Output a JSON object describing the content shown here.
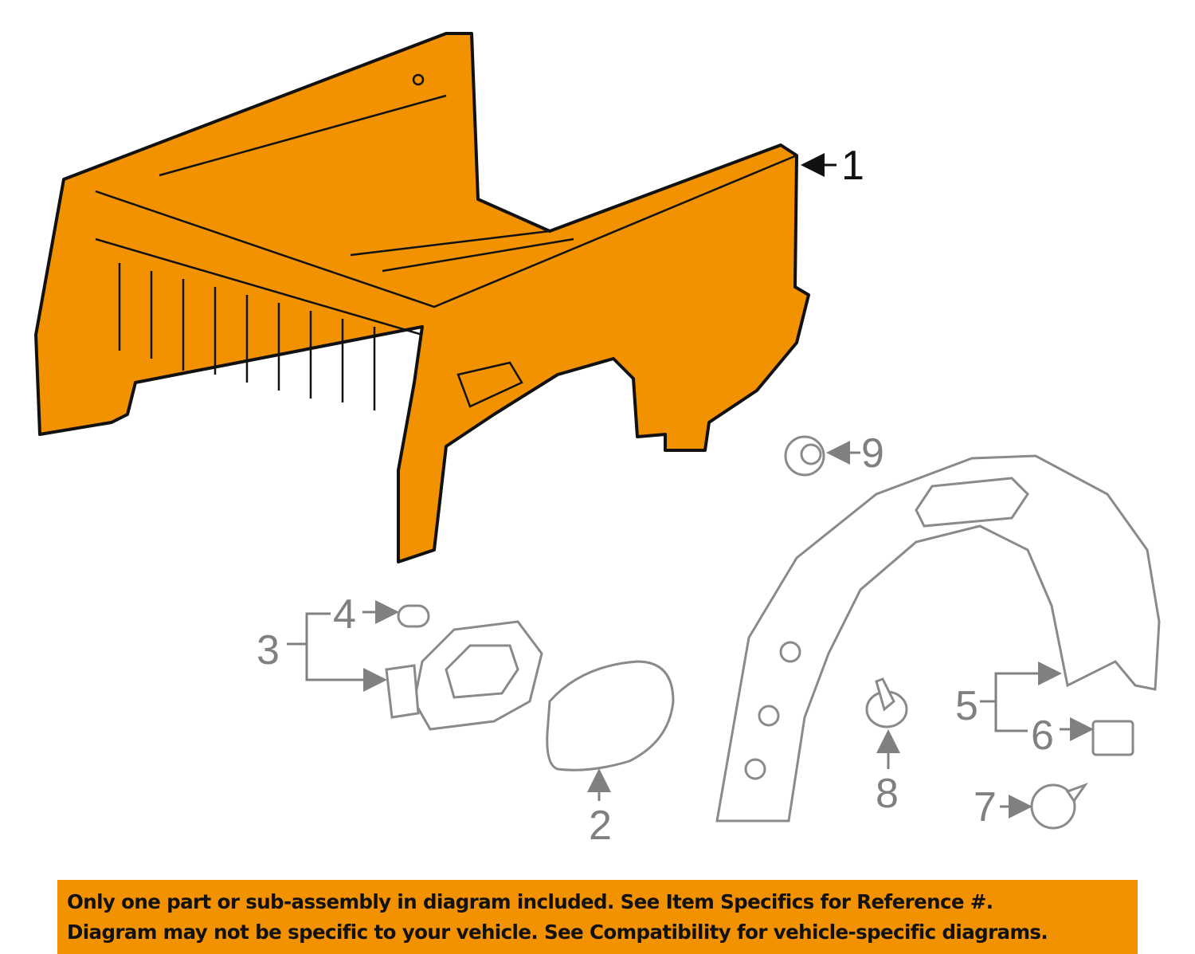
{
  "diagram": {
    "callouts": {
      "c1": "1",
      "c2": "2",
      "c3": "3",
      "c4": "4",
      "c5": "5",
      "c6": "6",
      "c7": "7",
      "c8": "8",
      "c9": "9"
    },
    "colors": {
      "highlight": "#f39200",
      "outline": "#111111",
      "secondary": "#808080"
    }
  },
  "banner": {
    "line1": "Only one part or sub-assembly in diagram included. See Item Specifics for Reference #.",
    "line2": "Diagram may not be specific to your vehicle. See Compatibility for vehicle-specific diagrams."
  }
}
